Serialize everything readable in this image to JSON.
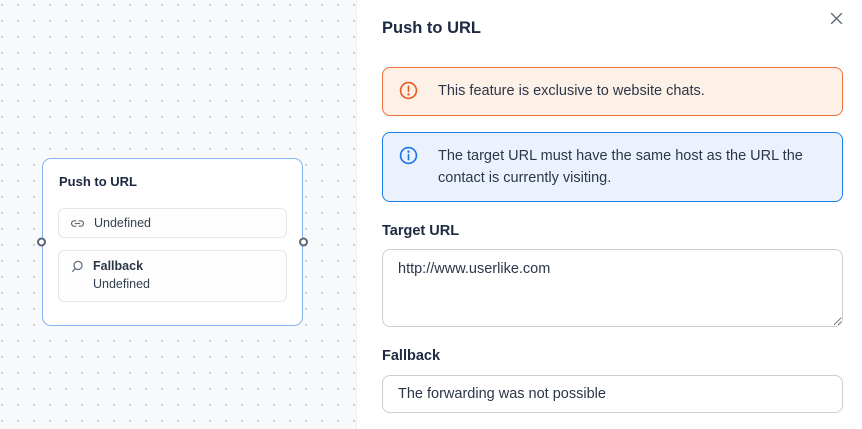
{
  "canvas": {
    "node": {
      "title": "Push to URL",
      "items": [
        {
          "icon": "link-icon",
          "label": "Undefined"
        },
        {
          "icon": "search-icon",
          "title": "Fallback",
          "label": "Undefined"
        }
      ]
    }
  },
  "panel": {
    "title": "Push to URL",
    "close_icon": "close-icon",
    "alerts": [
      {
        "type": "warning",
        "icon": "warning-circle-icon",
        "text": "This feature is exclusive to website chats."
      },
      {
        "type": "info",
        "icon": "info-circle-icon",
        "text": "The target URL must have the same host as the URL the contact is currently visiting."
      }
    ],
    "fields": [
      {
        "label": "Target URL",
        "value": "http://www.userlike.com",
        "kind": "textarea"
      },
      {
        "label": "Fallback",
        "value": "The forwarding was not possible",
        "kind": "input"
      }
    ],
    "colors": {
      "warning_accent": "#ee713c",
      "warning_bg": "#fdf0e7",
      "info_accent": "#1c80ee",
      "info_bg": "#ebf2fd",
      "node_border": "#85b4f0",
      "heading_text": "#1c2940"
    }
  }
}
